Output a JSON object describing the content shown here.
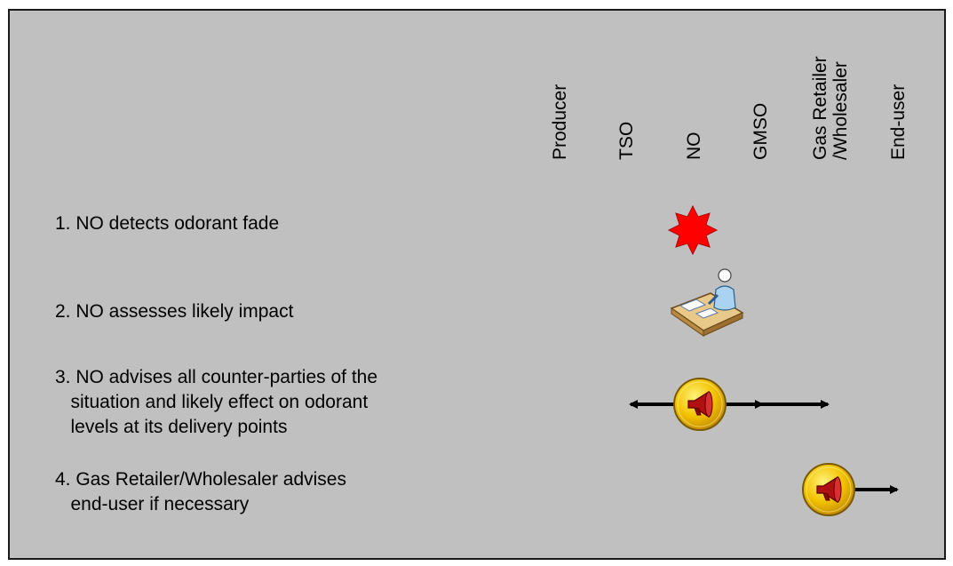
{
  "columns": [
    {
      "label": "Producer"
    },
    {
      "label": "TSO"
    },
    {
      "label": "NO"
    },
    {
      "label": "GMSO"
    },
    {
      "label": "Gas Retailer\n/Wholesaler"
    },
    {
      "label": "End-user"
    }
  ],
  "steps": [
    {
      "text": "1. NO detects odorant fade",
      "icon": "red-starburst-icon"
    },
    {
      "text": "2. NO assesses likely impact",
      "icon": "person-at-desk-icon"
    },
    {
      "text": "3. NO advises all counter-parties of the\n   situation and likely effect on odorant\n   levels at its delivery points",
      "icon": "megaphone-icon"
    },
    {
      "text": "4. Gas Retailer/Wholesaler advises\n   end-user if necessary",
      "icon": "megaphone-icon"
    }
  ],
  "colors": {
    "panel": "#c0c0c0",
    "border": "#1a1a1a",
    "starburst": "#ff0000",
    "megaphone_badge": "#f2c200",
    "megaphone": "#b01010",
    "arrow": "#000000"
  }
}
